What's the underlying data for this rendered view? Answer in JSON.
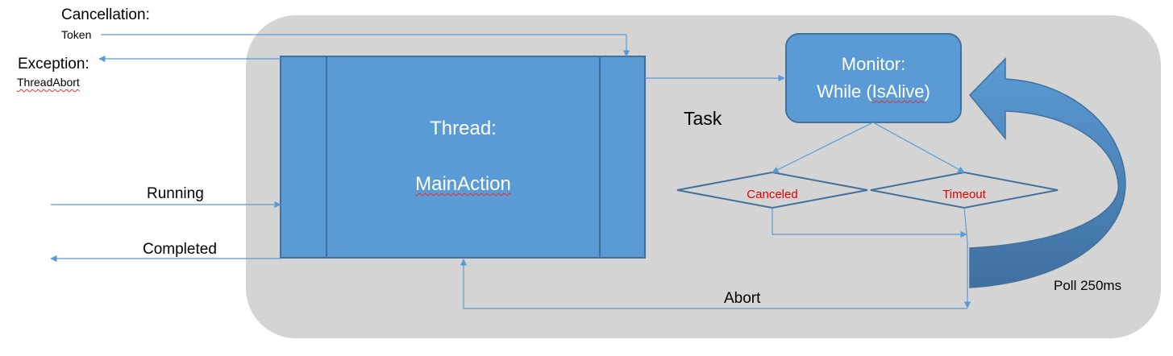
{
  "container": {
    "label": "Task"
  },
  "thread_box": {
    "title": "Thread:",
    "subtitle": "MainAction"
  },
  "monitor_box": {
    "title": "Monitor:",
    "subtitle_prefix": "While (",
    "subtitle_word": "IsAlive",
    "subtitle_suffix": ")"
  },
  "inputs": {
    "cancellation_title": "Cancellation:",
    "cancellation_token": "Token",
    "exception_title": "Exception:",
    "exception_type": "ThreadAbort",
    "running": "Running",
    "completed": "Completed"
  },
  "decisions": {
    "canceled": "Canceled",
    "timeout": "Timeout"
  },
  "flows": {
    "abort": "Abort",
    "poll": "Poll 250ms"
  },
  "colors": {
    "container_fill": "#d4d4d4",
    "box_fill": "#5b9bd5",
    "box_stroke": "#41719c",
    "line": "#5b9bd5",
    "decision_text": "#e00000",
    "curved_arrow_light": "#5b9bd5",
    "curved_arrow_dark": "#41719c"
  }
}
